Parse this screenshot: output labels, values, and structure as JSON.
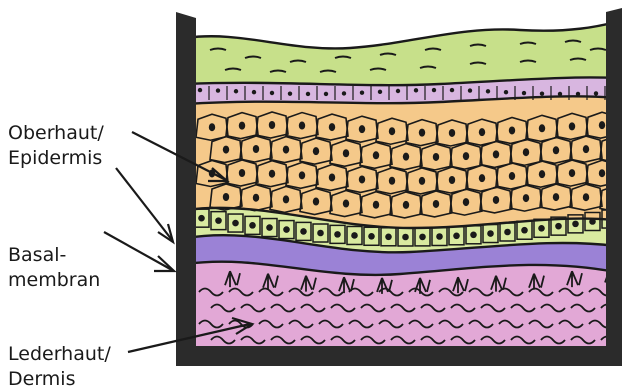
{
  "labels": {
    "epidermis": {
      "line1": "Oberhaut/",
      "line2": "Epidermis"
    },
    "basement": {
      "line1": "Basal-",
      "line2": "membran"
    },
    "dermis": {
      "line1": "Lederhaut/",
      "line2": "Dermis"
    }
  },
  "colors": {
    "frame": "#2b2b2b",
    "stratum_corneum": "#c7e08a",
    "granular_layer": "#d8b6e0",
    "spinous_layer": "#f5c98a",
    "basal_layer": "#d9eaa0",
    "basement_membrane": "#9b82d6",
    "dermis": "#e2a8d6",
    "ink": "#1a1a1a"
  }
}
